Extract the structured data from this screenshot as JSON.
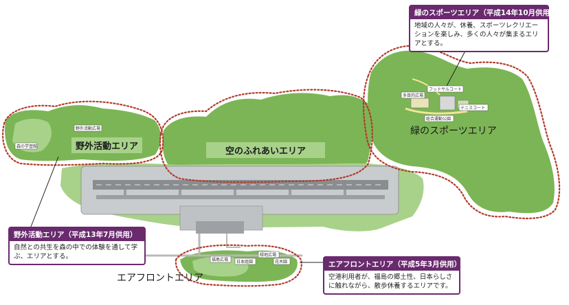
{
  "map": {
    "areas": [
      {
        "id": "outdoor",
        "label": "野外活動エリア"
      },
      {
        "id": "sky",
        "label": "空のふれあいエリア"
      },
      {
        "id": "green",
        "label": "緑のスポーツエリア"
      },
      {
        "id": "front",
        "label": "エアフロントエリア"
      }
    ],
    "callouts": [
      {
        "id": "green",
        "title": "緑のスポーツエリア（平成14年10月供用）",
        "text": "地域の人々が、休養、スポーツレクリエーションを楽しみ、多くの人々が集まるエリアとする。"
      },
      {
        "id": "outdoor",
        "title": "野外活動エリア（平成13年7月供用）",
        "text": "自然との共生を森の中での体験を通して学ぶ、エリアとする。"
      },
      {
        "id": "front",
        "title": "エアフロントエリア（平成5年3月供用）",
        "text": "空港利用者が、福島の郷土性、日本らしさに触れながら、散歩休養するエリアです。"
      }
    ],
    "facilities": {
      "outdoor": [
        "野外活動広場",
        "森の学習館"
      ],
      "green": [
        "フットサルコート",
        "テニスコート",
        "多目的広場",
        "総合運動公園"
      ],
      "front": [
        "福島広場",
        "日本庭園",
        "緑地広場",
        "花木園"
      ]
    },
    "colors": {
      "forest": "#7cb556",
      "forest_light": "#a8d28a",
      "boundary": "#b23a2a",
      "callout": "#6a2a6e",
      "runway": "#8a8d90",
      "apron": "#c9ccce"
    }
  }
}
